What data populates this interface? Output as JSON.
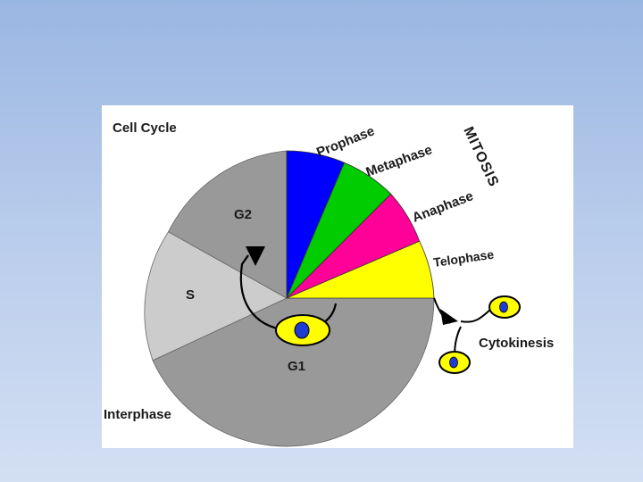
{
  "diagram": {
    "title": "Cell Cycle",
    "group_labels": {
      "mitosis": "MITOSIS",
      "interphase": "Interphase"
    },
    "mitosis_phases": [
      {
        "label": "Prophase",
        "color": "#0000ff"
      },
      {
        "label": "Metaphase",
        "color": "#00cc00"
      },
      {
        "label": "Anaphase",
        "color": "#ff0099"
      },
      {
        "label": "Telophase",
        "color": "#ffff00"
      }
    ],
    "interphase_phases": [
      {
        "label": "G2",
        "color": "#999999"
      },
      {
        "label": "S",
        "color": "#cccccc"
      },
      {
        "label": "G1",
        "color": "#999999"
      }
    ],
    "cytokinesis": "Cytokinesis",
    "cell_colors": {
      "body": "#ffff00",
      "nucleus": "#1e3cd2"
    },
    "background_colors": {
      "slide_top": "#9ab6e2",
      "slide_bottom": "#d3dff3",
      "figure": "#ffffff"
    }
  }
}
